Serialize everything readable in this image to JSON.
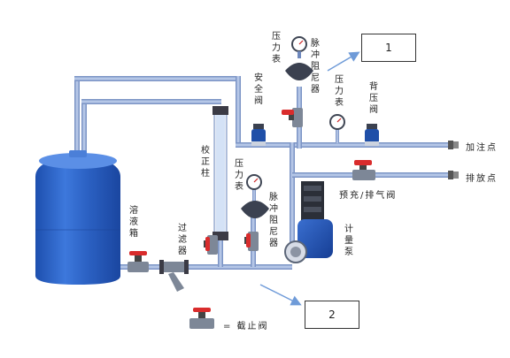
{
  "colors": {
    "pipe": "#8fa9d6",
    "pipe_edge": "#5c77a8",
    "tank": "#2f63c7",
    "valve_red": "#d92c2c",
    "arrow": "#6f9bd8"
  },
  "labels": {
    "tank": "溶液箱",
    "filter": "过滤器",
    "calibration": "校正柱",
    "gauge_low": "压力表",
    "damper_low": "脉冲阻尼器",
    "gauge_top": "压力表",
    "damper_top": "脉冲阻尼器",
    "safety_valve": "安全阀",
    "gauge_mid": "压力表",
    "back_pressure": "背压阀",
    "metering_pump": "计量泵",
    "prime_vent": "预充/排气阀",
    "injection_point": "加注点",
    "drain_point": "排放点",
    "legend_text": "= 截止阀"
  },
  "callouts": {
    "one": "1",
    "two": "2"
  }
}
